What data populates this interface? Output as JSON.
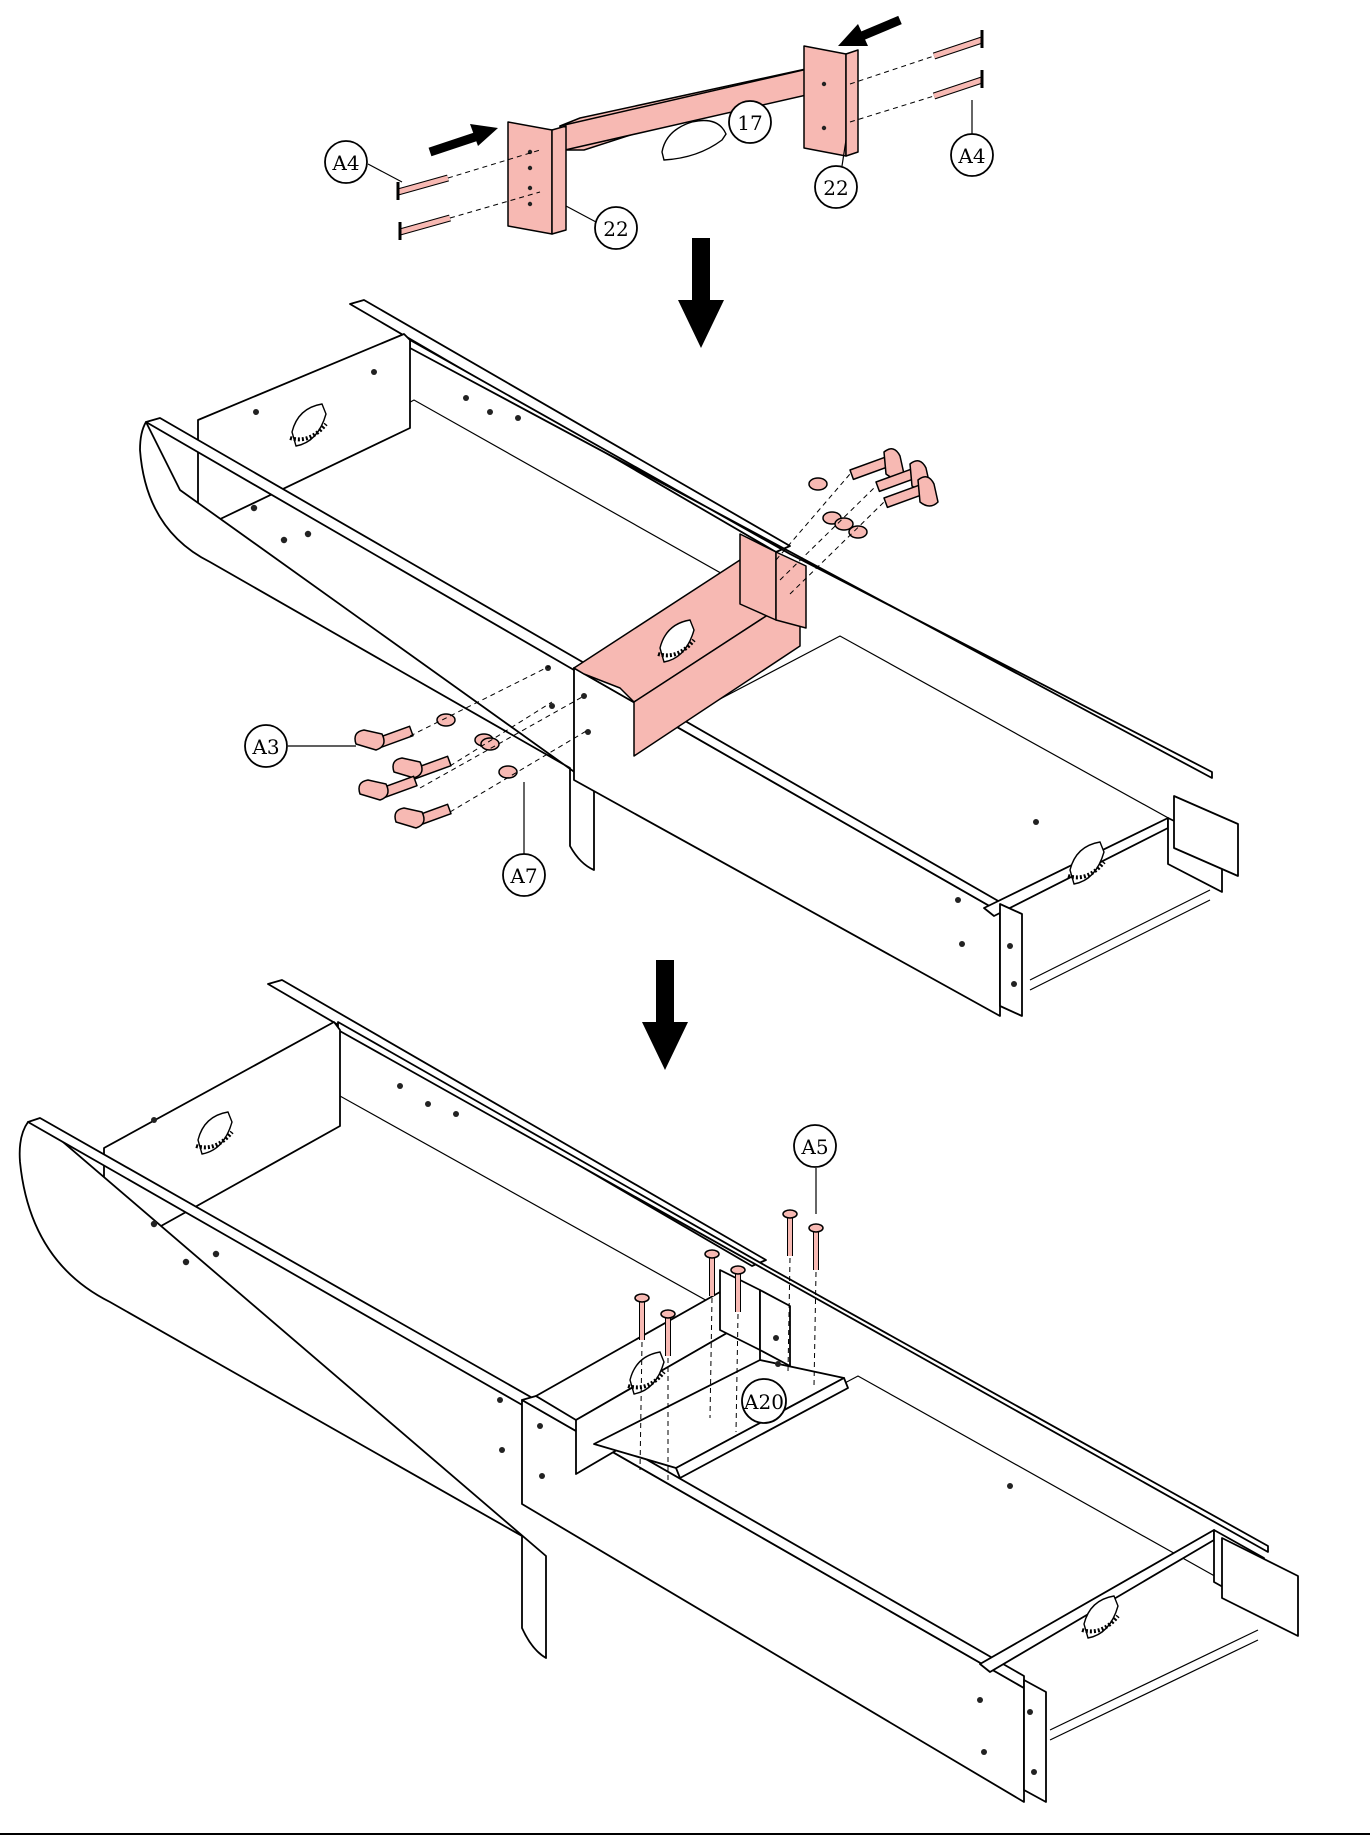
{
  "colors": {
    "highlight_part": "#f7b9b3",
    "line": "#000000",
    "background": "#ffffff"
  },
  "callouts": {
    "top_left_screws": "A4",
    "top_right_screws": "A4",
    "divider_panel": "17",
    "left_cleat": "22",
    "right_cleat": "22",
    "bolts": "A3",
    "washers": "A7",
    "top_screws": "A5",
    "shelf": "A20"
  },
  "icons": {
    "step_arrow": "arrow-down-icon",
    "push_arrow": "arrow-right-icon"
  }
}
